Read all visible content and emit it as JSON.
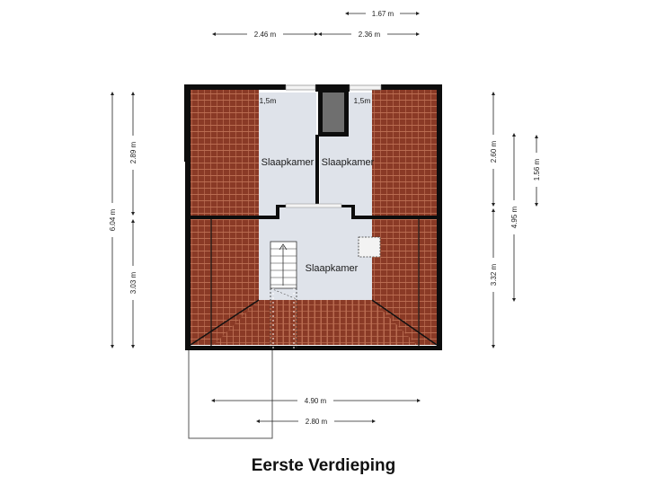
{
  "title": "Eerste Verdieping",
  "rooms": [
    {
      "label": "Slaapkamer"
    },
    {
      "label": "Slaapkamer"
    },
    {
      "label": "Slaapkamer"
    }
  ],
  "ceiling_marks": [
    {
      "label": "1,5m"
    },
    {
      "label": "1,5m"
    }
  ],
  "dimensions": {
    "top_right_width": "1.67 m",
    "top_left_width": "2.46 m",
    "top_mid_width": "2.36 m",
    "left_total_height": "6.04 m",
    "left_upper_height": "2.89 m",
    "left_lower_height": "3.03 m",
    "right_upper_height": "2.60 m",
    "right_lower_height": "3.32 m",
    "right_span_height": "4.95 m",
    "right_small_height": "1.56 m",
    "bottom_total_width": "4.90 m",
    "bottom_partial_width": "2.80 m"
  },
  "colors": {
    "wall": "#0d0d0d",
    "roof_tile": "#8a3a26",
    "roof_tile_line": "#b86a4f",
    "room_floor": "#dfe3ea",
    "dim_line": "#222222",
    "background": "#ffffff"
  }
}
